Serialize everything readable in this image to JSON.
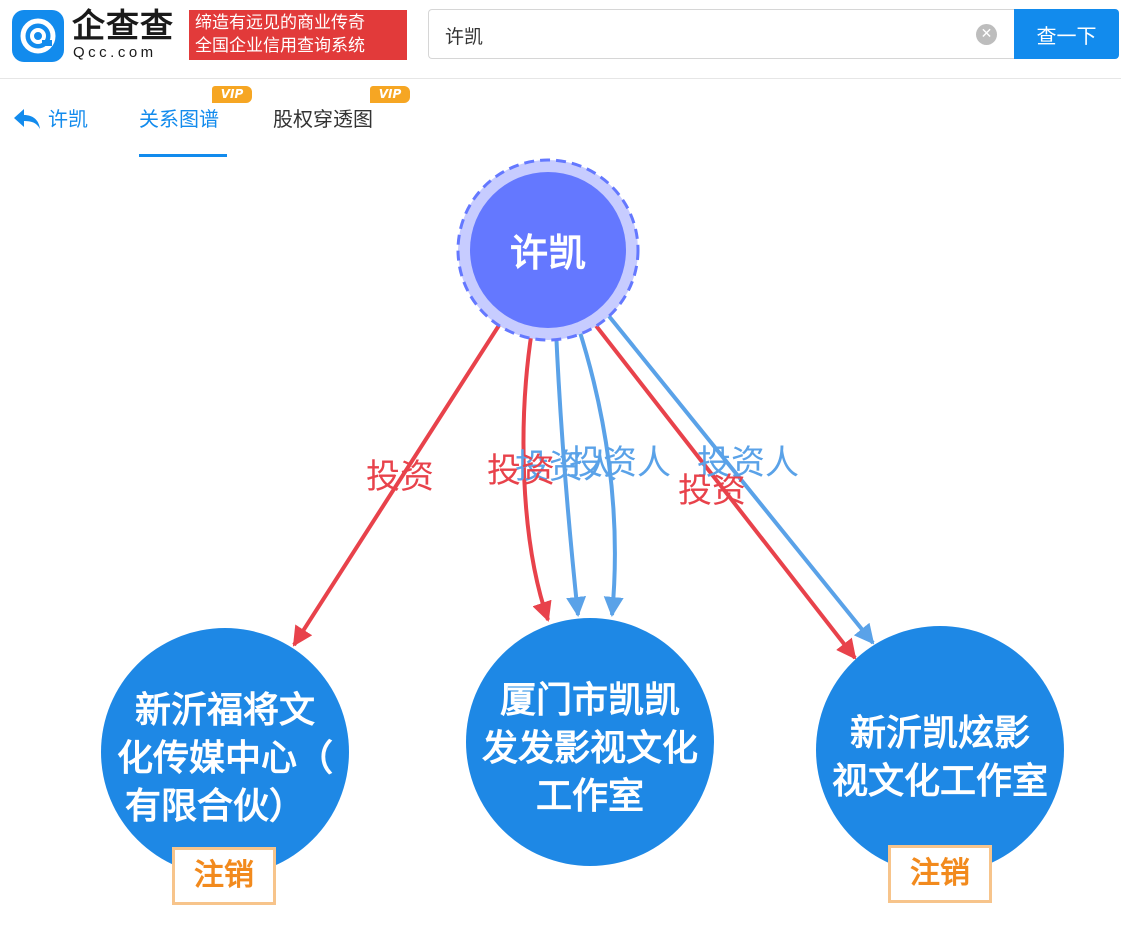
{
  "header": {
    "logo_name": "企查查",
    "logo_sub": "Qcc.com",
    "slogan_line1": "缔造有远见的商业传奇",
    "slogan_line2": "全国企业信用查询系统",
    "search_value": "许凯",
    "search_button": "查一下"
  },
  "nav": {
    "back_label": "许凯",
    "tabs": [
      {
        "label": "关系图谱",
        "vip": "VIP"
      },
      {
        "label": "股权穿透图",
        "vip": "VIP"
      }
    ]
  },
  "graph": {
    "center": {
      "name": "许凯"
    },
    "companies": [
      {
        "lines": [
          "新沂福将文",
          "化传媒中心（",
          "有限合伙）"
        ],
        "status": "注销"
      },
      {
        "lines": [
          "厦门市凯凯",
          "发发影视文化",
          "工作室"
        ],
        "status": ""
      },
      {
        "lines": [
          "新沂凯炫影",
          "视文化工作室"
        ],
        "status": "注销"
      }
    ],
    "edge_labels": {
      "invest": "投资",
      "investor": "投资人"
    }
  },
  "colors": {
    "brand_blue": "#128bed",
    "center_node": "#6478ff",
    "company_node": "#1e88e5",
    "invest_edge": "#e8424b",
    "investor_edge": "#5aa2e8",
    "cancelled_text": "#f28a1d"
  }
}
